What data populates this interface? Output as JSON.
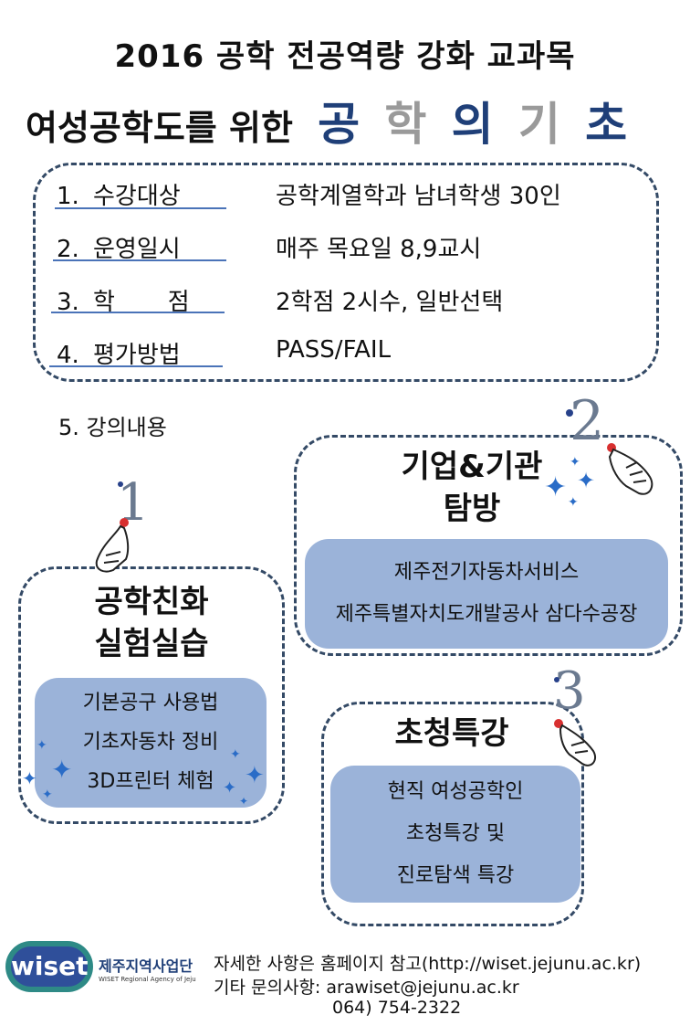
{
  "header": {
    "title_line1": "2016 공학 전공역량 강화 교과목",
    "title_line2_prefix": "여성공학도를 위한",
    "highlight_chars": [
      "공",
      "학",
      "의",
      "기",
      "초"
    ]
  },
  "info": {
    "rows": [
      {
        "num": "1.",
        "label": "수강대상",
        "value": "공학계열학과 남녀학생 30인"
      },
      {
        "num": "2.",
        "label": "운영일시",
        "value": "매주 목요일 8,9교시"
      },
      {
        "num": "3.",
        "label": "학       점",
        "value": "2학점 2시수, 일반선택"
      },
      {
        "num": "4.",
        "label": "평가방법",
        "value": "PASS/FAIL"
      }
    ]
  },
  "section5": {
    "label": "5. 강의내용"
  },
  "activities": [
    {
      "step": "1",
      "title_lines": [
        "공학친화",
        "실험실습"
      ],
      "items": [
        "기본공구 사용법",
        "기초자동차 정비",
        "3D프린터 체험"
      ]
    },
    {
      "step": "2",
      "title_lines": [
        "기업&기관",
        "탐방"
      ],
      "items": [
        "제주전기자동차서비스",
        "제주특별자치도개발공사 삼다수공장"
      ]
    },
    {
      "step": "3",
      "title_lines": [
        "초청특강"
      ],
      "items": [
        "현직 여성공학인",
        "초청특강 및",
        "진로탐색 특강"
      ]
    }
  ],
  "footer": {
    "logo_text": "wiset",
    "org_name": "제주지역사업단",
    "org_sub": "WISET Regional Agency of Jeju",
    "line1": "자세한 사항은 홈페이지 참고(http://wiset.jejunu.ac.kr)",
    "line2": "기타 문의사항: arawiset@jejunu.ac.kr",
    "line3": "064) 754-2322"
  },
  "colors": {
    "accent_blue": "#1f3f78",
    "box_fill": "#9bb3d9",
    "dash_border": "#344a66",
    "underline": "#4a73b8"
  }
}
